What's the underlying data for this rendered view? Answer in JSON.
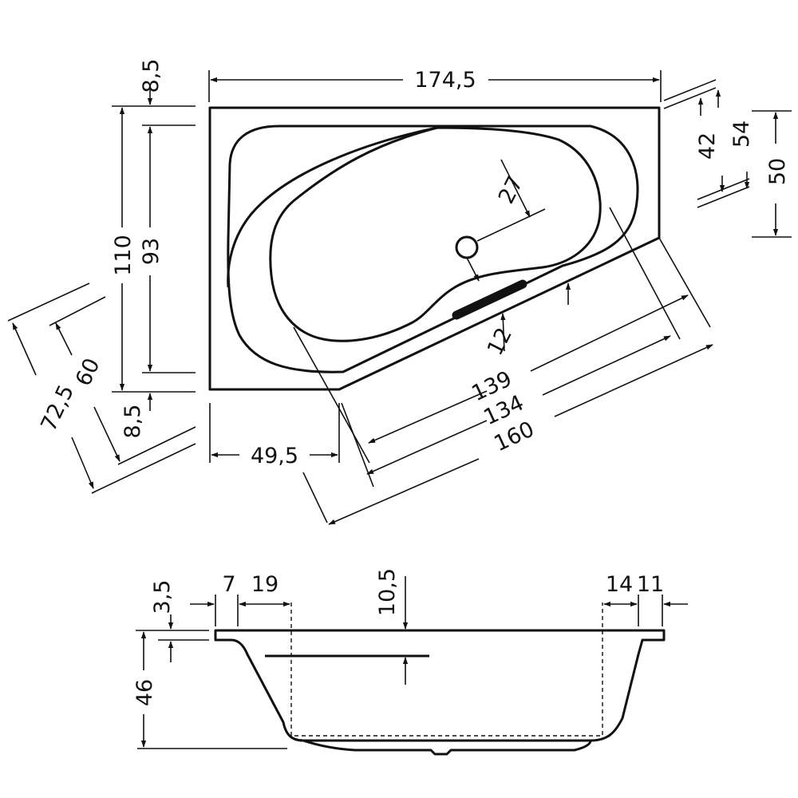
{
  "top_view": {
    "width_total": "174,5",
    "margin_top": "8,5",
    "height_total": "110",
    "inner_height": "93",
    "margin_bottom": "8,5",
    "left_offset": "49,5",
    "right_small": "42",
    "right_medium": "54",
    "right_large": "50",
    "drain": "27",
    "handle": "12",
    "diag_inner": "139",
    "diag_mid": "134",
    "diag_outer": "160",
    "left_diag_outer": "72,5",
    "left_diag_inner": "60"
  },
  "side_view": {
    "rim": "3,5",
    "left_a": "7",
    "left_b": "19",
    "overflow": "10,5",
    "right_a": "14",
    "right_b": "11",
    "depth": "46"
  }
}
